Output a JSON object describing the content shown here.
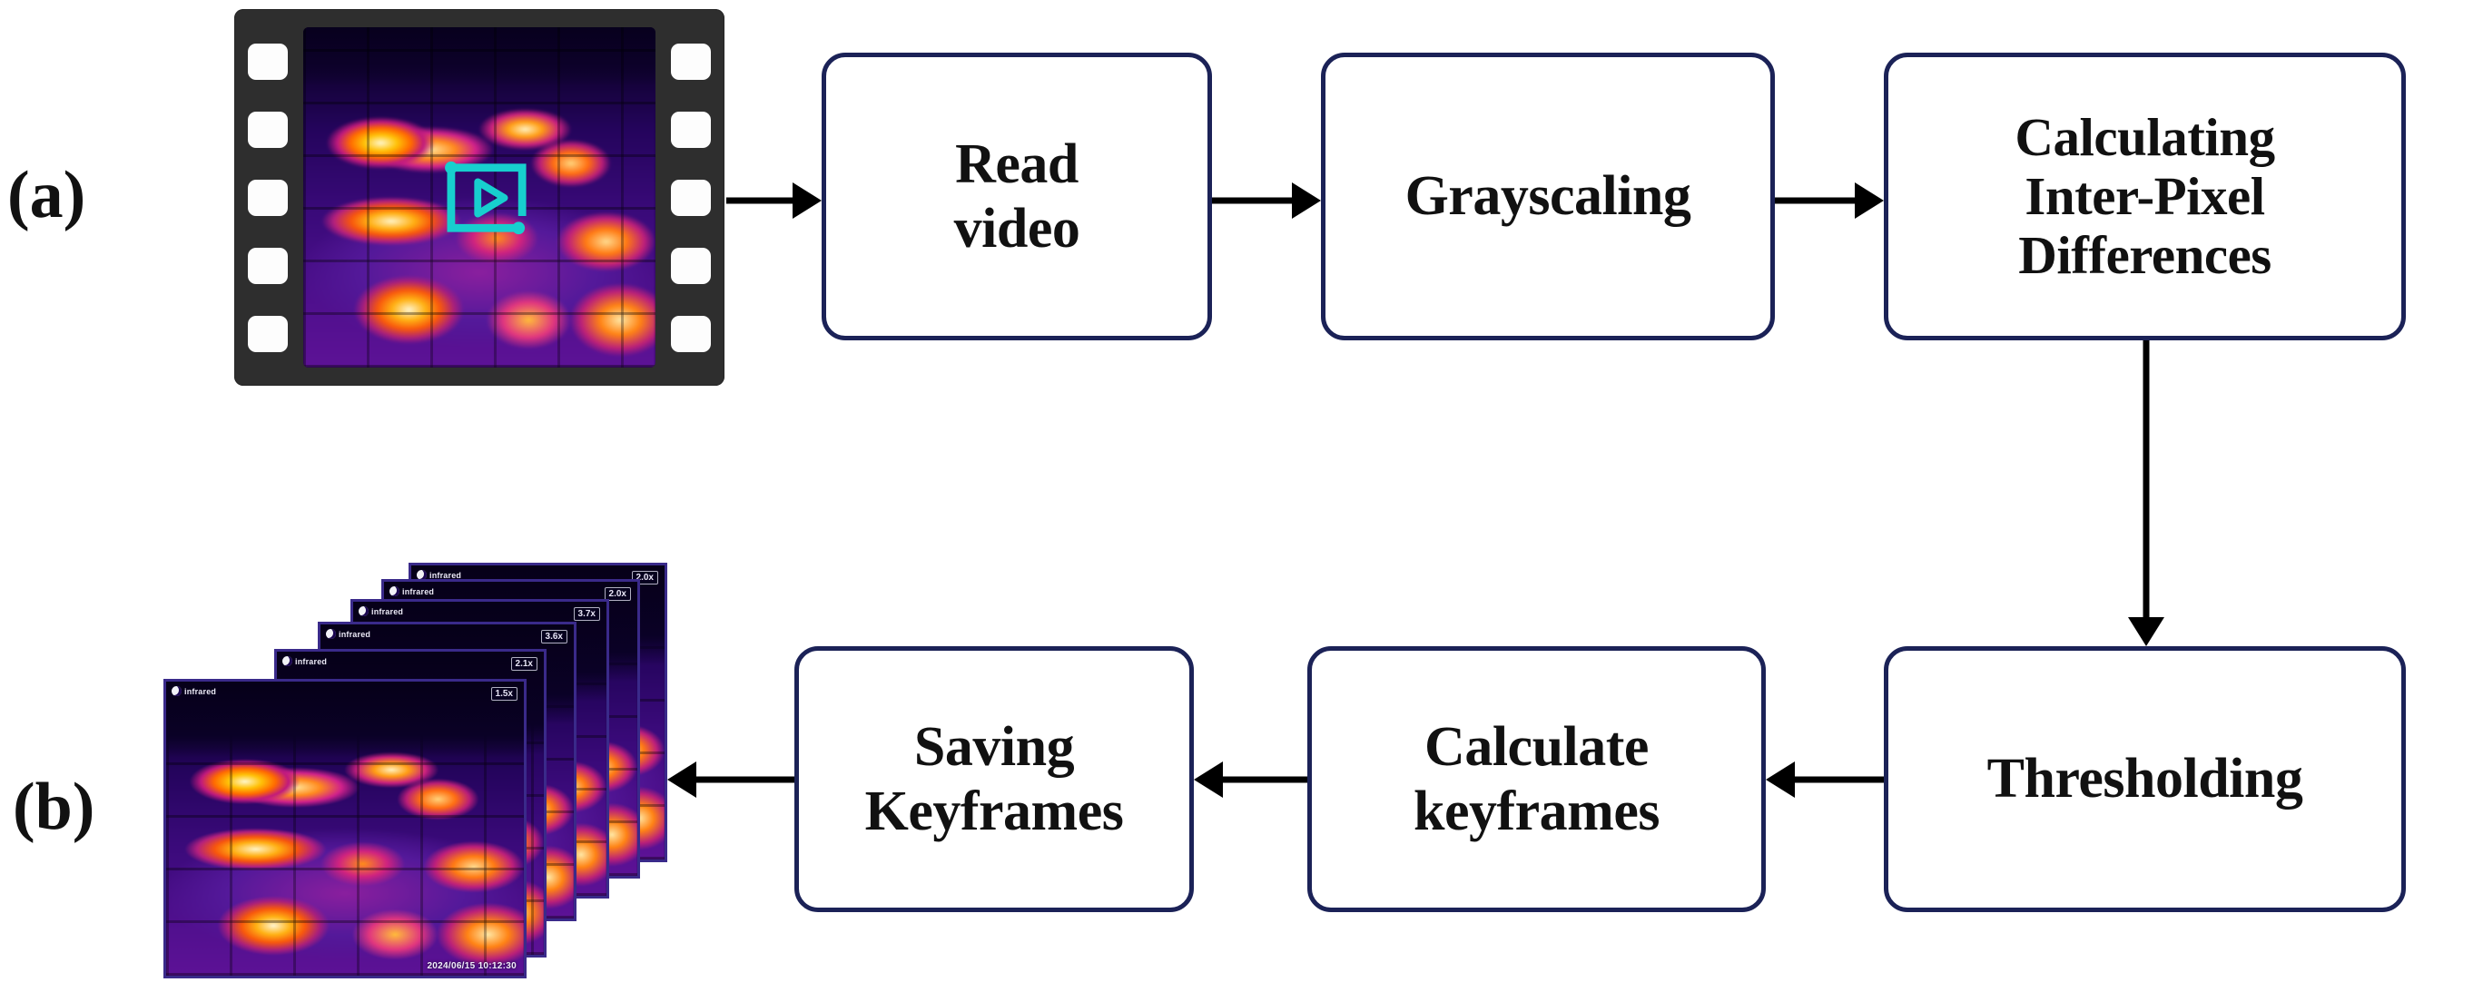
{
  "figure": {
    "panels": [
      {
        "id": "a",
        "label": "(a)"
      },
      {
        "id": "b",
        "label": "(b)"
      }
    ]
  },
  "flow": {
    "boxes": [
      {
        "id": "read-video",
        "label": "Read\nvideo",
        "row": "top",
        "order": 1
      },
      {
        "id": "grayscaling",
        "label": "Grayscaling",
        "row": "top",
        "order": 2
      },
      {
        "id": "calc-differences",
        "label": "Calculating\nInter-Pixel\nDifferences",
        "row": "top",
        "order": 3
      },
      {
        "id": "thresholding",
        "label": "Thresholding",
        "row": "bottom",
        "order": 4
      },
      {
        "id": "calculate-keyframes",
        "label": "Calculate\nkeyframes",
        "row": "bottom",
        "order": 5
      },
      {
        "id": "saving-keyframes",
        "label": "Saving\nKeyframes",
        "row": "bottom",
        "order": 6
      }
    ],
    "connections": [
      {
        "from": "video-filmstrip",
        "to": "read-video",
        "direction": "right"
      },
      {
        "from": "read-video",
        "to": "grayscaling",
        "direction": "right"
      },
      {
        "from": "grayscaling",
        "to": "calc-differences",
        "direction": "right"
      },
      {
        "from": "calc-differences",
        "to": "thresholding",
        "direction": "down"
      },
      {
        "from": "thresholding",
        "to": "calculate-keyframes",
        "direction": "left"
      },
      {
        "from": "calculate-keyframes",
        "to": "saving-keyframes",
        "direction": "left"
      },
      {
        "from": "saving-keyframes",
        "to": "keyframe-stack",
        "direction": "left"
      }
    ]
  },
  "media": {
    "filmstrip": {
      "name": "thermal-video-filmstrip",
      "sprocket_count": 5,
      "overlay_icon": "play-button-icon"
    },
    "keyframe_stack": {
      "name": "saved-thermal-keyframes",
      "frame_count": 6,
      "frames": [
        {
          "logo": "infrared",
          "zoom": "2.0x",
          "timestamp": ""
        },
        {
          "logo": "infrared",
          "zoom": "2.0x",
          "timestamp": ""
        },
        {
          "logo": "infrared",
          "zoom": "3.7x",
          "timestamp": ""
        },
        {
          "logo": "infrared",
          "zoom": "3.6x",
          "timestamp": ""
        },
        {
          "logo": "infrared",
          "zoom": "2.1x",
          "timestamp": ""
        },
        {
          "logo": "infrared",
          "zoom": "1.5x",
          "timestamp": "2024/06/15 10:12:30"
        }
      ]
    }
  },
  "colors": {
    "box_border": "#1b2257",
    "box_fill": "#ffffff",
    "text": "#111111",
    "arrow": "#000000",
    "filmstrip_body": "#2e2e2e",
    "sprocket": "#fdfdfd",
    "play_overlay": "#17cfce",
    "background": "#ffffff"
  }
}
